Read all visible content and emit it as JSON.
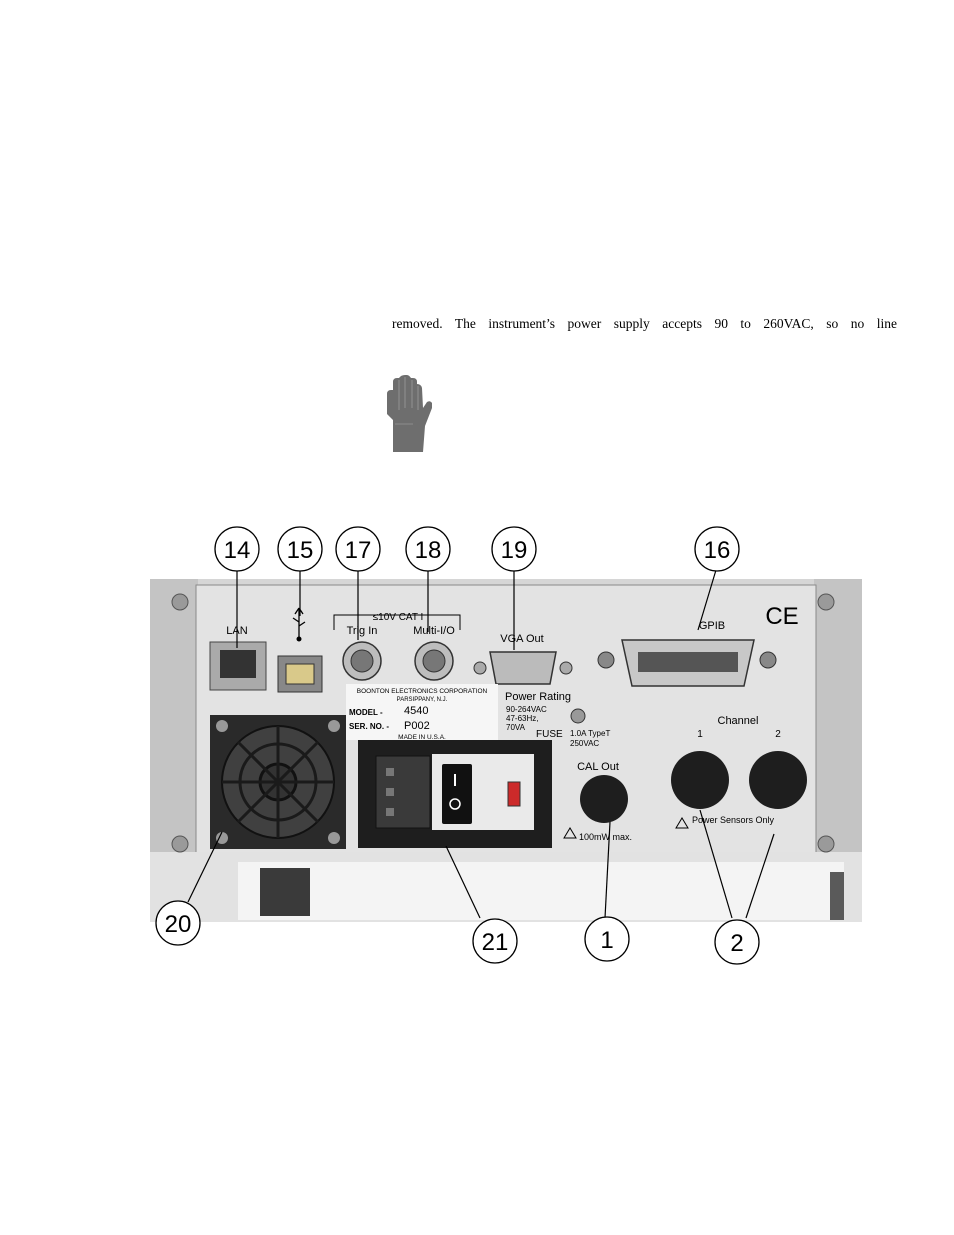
{
  "paragraph": {
    "line": "removed.  The instrument’s power supply accepts 90 to 260VAC, so no line"
  },
  "caution_icon": "hand-caution-icon",
  "panel": {
    "labels": {
      "lan": "LAN",
      "trig_warning": "≤10V CAT I",
      "trig_in": "Trig In",
      "multi_io": "Multi-I/O",
      "vga_out": "VGA Out",
      "gpib": "GPIB",
      "ce": "CE",
      "power_rating": "Power Rating",
      "power_vac": "90-264VAC",
      "power_hz": "47-63Hz,",
      "power_va": "70VA",
      "fuse": "FUSE",
      "fuse_rating": "1.0A TypeT",
      "fuse_vac": "250VAC",
      "channel": "Channel",
      "channel_1": "1",
      "channel_2": "2",
      "cal_out": "CAL Out",
      "cal_max": "100mW max.",
      "power_sensors": "Power Sensors Only"
    },
    "nameplate": {
      "company": "BOONTON ELECTRONICS CORPORATION",
      "city": "PARSIPPANY, N.J.",
      "model_label": "MODEL -",
      "model_value": "4540",
      "serial_label": "SER. NO. -",
      "serial_value": "P002",
      "made_in": "MADE IN U.S.A."
    },
    "callouts": {
      "c14": "14",
      "c15": "15",
      "c17": "17",
      "c18": "18",
      "c19": "19",
      "c16": "16",
      "c20": "20",
      "c21": "21",
      "c1": "1",
      "c2": "2"
    }
  }
}
